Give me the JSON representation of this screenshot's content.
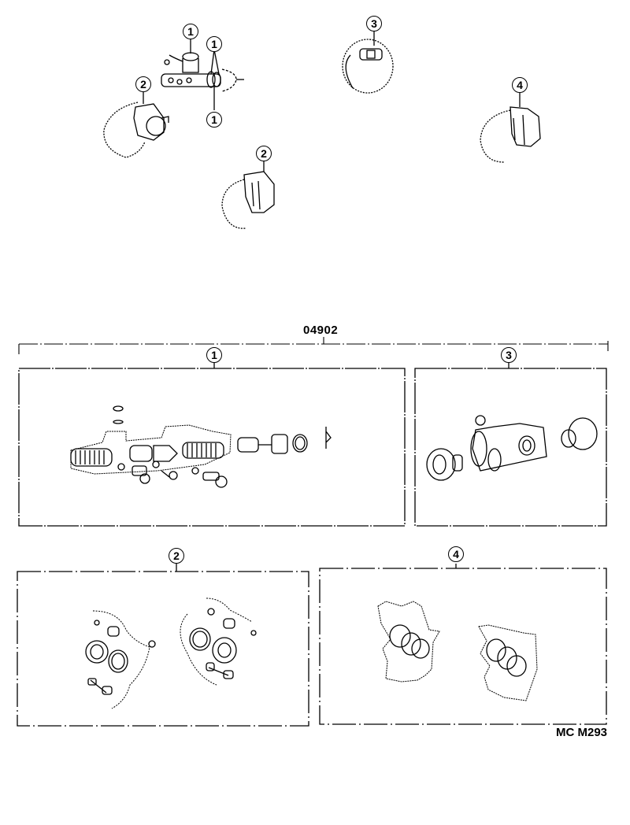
{
  "diagram": {
    "kit_code": "04902",
    "figure_code": "MC M293",
    "callouts": {
      "master_cylinder": [
        "1",
        "1",
        "1"
      ],
      "front_caliper_left": "2",
      "front_caliper_right": "2",
      "wheel_cylinder": "3",
      "rear_caliper": "4"
    },
    "kits": [
      {
        "id": "1",
        "name": "master-cylinder-kit"
      },
      {
        "id": "3",
        "name": "wheel-cylinder-kit"
      },
      {
        "id": "2",
        "name": "front-disc-brake-kit"
      },
      {
        "id": "4",
        "name": "rear-disc-brake-kit"
      }
    ],
    "line_color": "#000000",
    "background": "#ffffff"
  }
}
